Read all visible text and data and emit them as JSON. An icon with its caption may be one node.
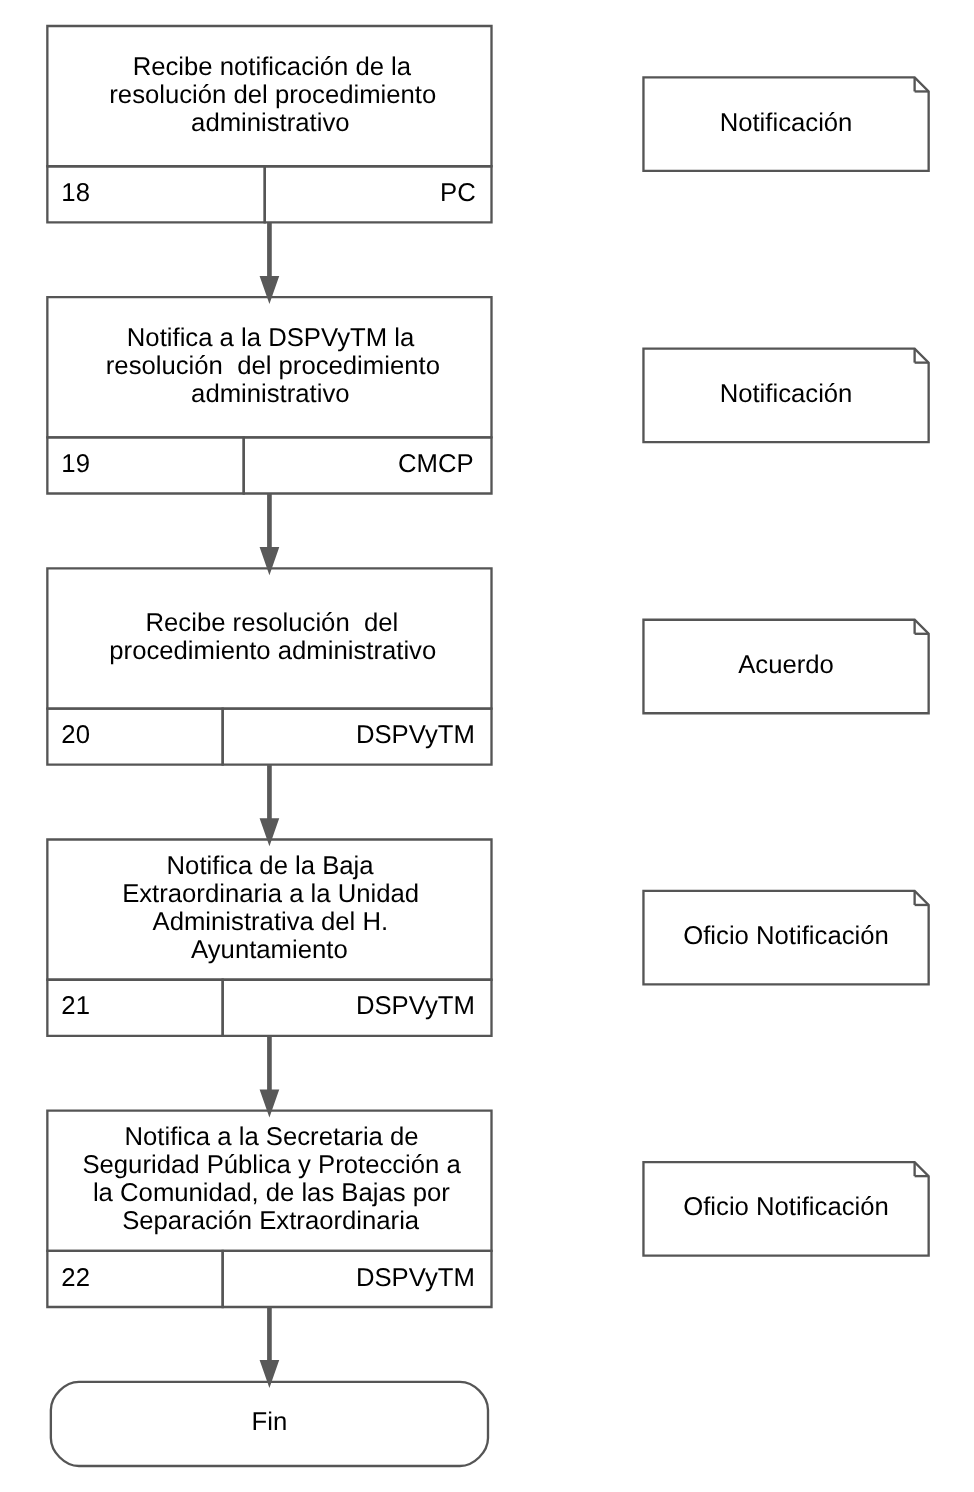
{
  "diagram": {
    "nodes": [
      {
        "text": [
          "Recibe notificación de la resolución del procedimiento administrativo",
          "18",
          "PC"
        ]
      },
      {
        "text": [
          "Notificación"
        ]
      },
      {
        "text": [
          "Notifica a la DSPVyTM la resolución  del procedimiento administrativo",
          "19",
          "CMCP"
        ]
      },
      {
        "text": [
          "Notificación"
        ]
      },
      {
        "text": [
          "Recibe resolución  del procedimiento administrativo",
          "20",
          "DSPVyTM"
        ]
      },
      {
        "text": [
          "Acuerdo"
        ]
      },
      {
        "text": [
          "Notifica de la Baja Extraordinaria a la Unidad Administrativa del H. Ayuntamiento",
          "21",
          "DSPVyTM"
        ]
      },
      {
        "text": [
          "Oficio Notificación"
        ]
      },
      {
        "text": [
          "Notifica a la Secretaria de Seguridad Pública y Protección a la Comunidad, de las Bajas por Separación Extraordinaria",
          "22",
          "DSPVyTM"
        ]
      },
      {
        "text": [
          "Oficio Notificación"
        ]
      },
      {
        "text": [
          "Fin"
        ]
      }
    ],
    "edges": [
      {
        "from": 0,
        "to": 2,
        "arrow": "to"
      },
      {
        "from": 2,
        "to": 4,
        "arrow": "to"
      },
      {
        "from": 4,
        "to": 6,
        "arrow": "to"
      },
      {
        "from": 6,
        "to": 8,
        "arrow": "to"
      },
      {
        "from": 8,
        "to": 10,
        "arrow": "to"
      }
    ]
  }
}
